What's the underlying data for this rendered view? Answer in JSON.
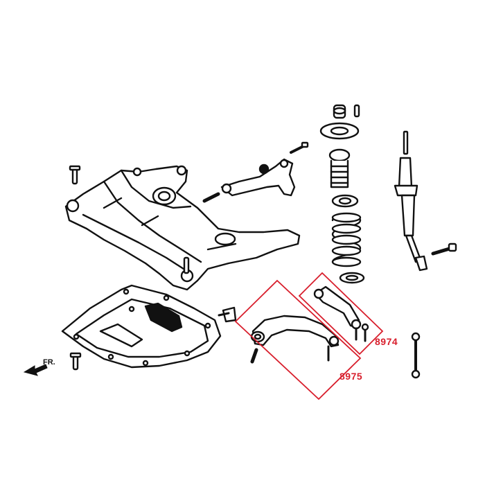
{
  "direction": {
    "label": "FR."
  },
  "callouts": [
    {
      "part_number": "8974"
    },
    {
      "part_number": "8975"
    }
  ],
  "colors": {
    "highlight": "#d81e2c",
    "line": "#111111",
    "fill": "#ffffff"
  },
  "icons": {
    "direction": "arrow-left-icon"
  }
}
